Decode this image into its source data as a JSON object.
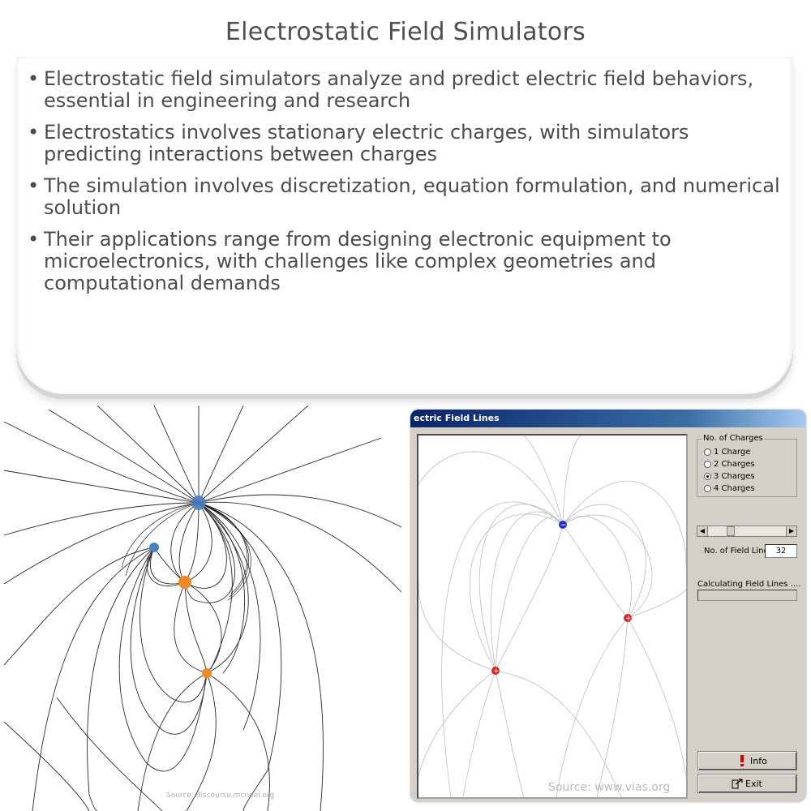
{
  "page": {
    "title": "Electrostatic Field Simulators"
  },
  "bullets": [
    "Electrostatic field simulators analyze and predict electric field behaviors, essential in engineering and research",
    "Electrostatics involves stationary electric charges, with simulators predicting interactions between charges",
    "The simulation involves discretization, equation formulation, and numerical solution",
    "Their applications range from designing electronic equipment to microelectronics, with challenges like complex geometries and computational demands"
  ],
  "left_figure": {
    "source": "Source: discourse.mcneel.org",
    "colors": {
      "blue_charge": "#4a7fc0",
      "orange_charge": "#f08a24",
      "lines": "#2a2a2a"
    }
  },
  "simulator": {
    "window_title": "ectric Field Lines",
    "charges_group": {
      "legend": "No. of Charges",
      "options": [
        "1 Charge",
        "2 Charges",
        "3 Charges",
        "4 Charges"
      ],
      "selected": "3 Charges"
    },
    "field_lines_label": "No. of Field Lines",
    "field_lines_value": "32",
    "status": "Calculating Field Lines ....",
    "info_button": "Info",
    "exit_button": "Exit",
    "source": "Source: www.vias.org",
    "charge_signs": {
      "negative": "−",
      "positive": "+"
    },
    "colors": {
      "titlebar": "#0a246a",
      "negative": "#2233cc",
      "positive": "#dd2222"
    }
  }
}
